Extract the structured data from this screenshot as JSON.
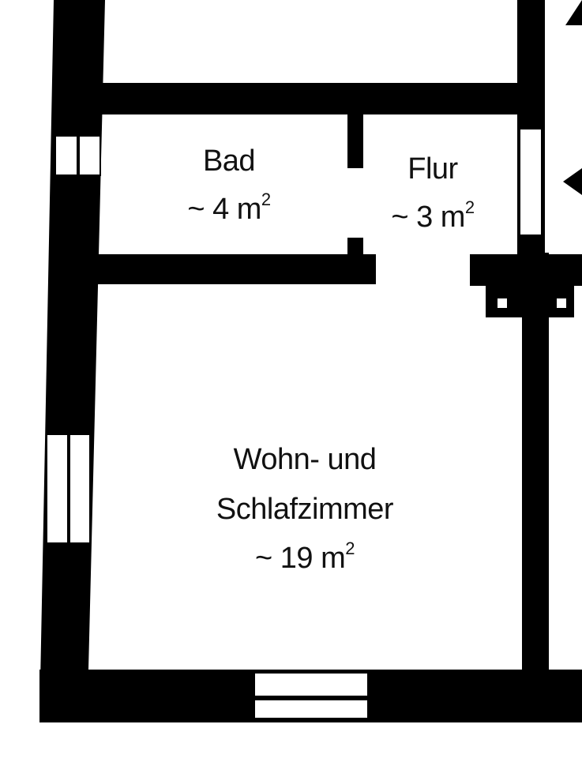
{
  "colors": {
    "wall": "#000000",
    "background": "#ffffff"
  },
  "rooms": [
    {
      "name": "Bad",
      "area": "~ 4 m",
      "unit_exp": "2"
    },
    {
      "name": "Flur",
      "area": "~ 3 m",
      "unit_exp": "2"
    },
    {
      "name_line1": "Wohn- und",
      "name_line2": "Schlafzimmer",
      "area": "~ 19 m",
      "unit_exp": "2"
    }
  ]
}
